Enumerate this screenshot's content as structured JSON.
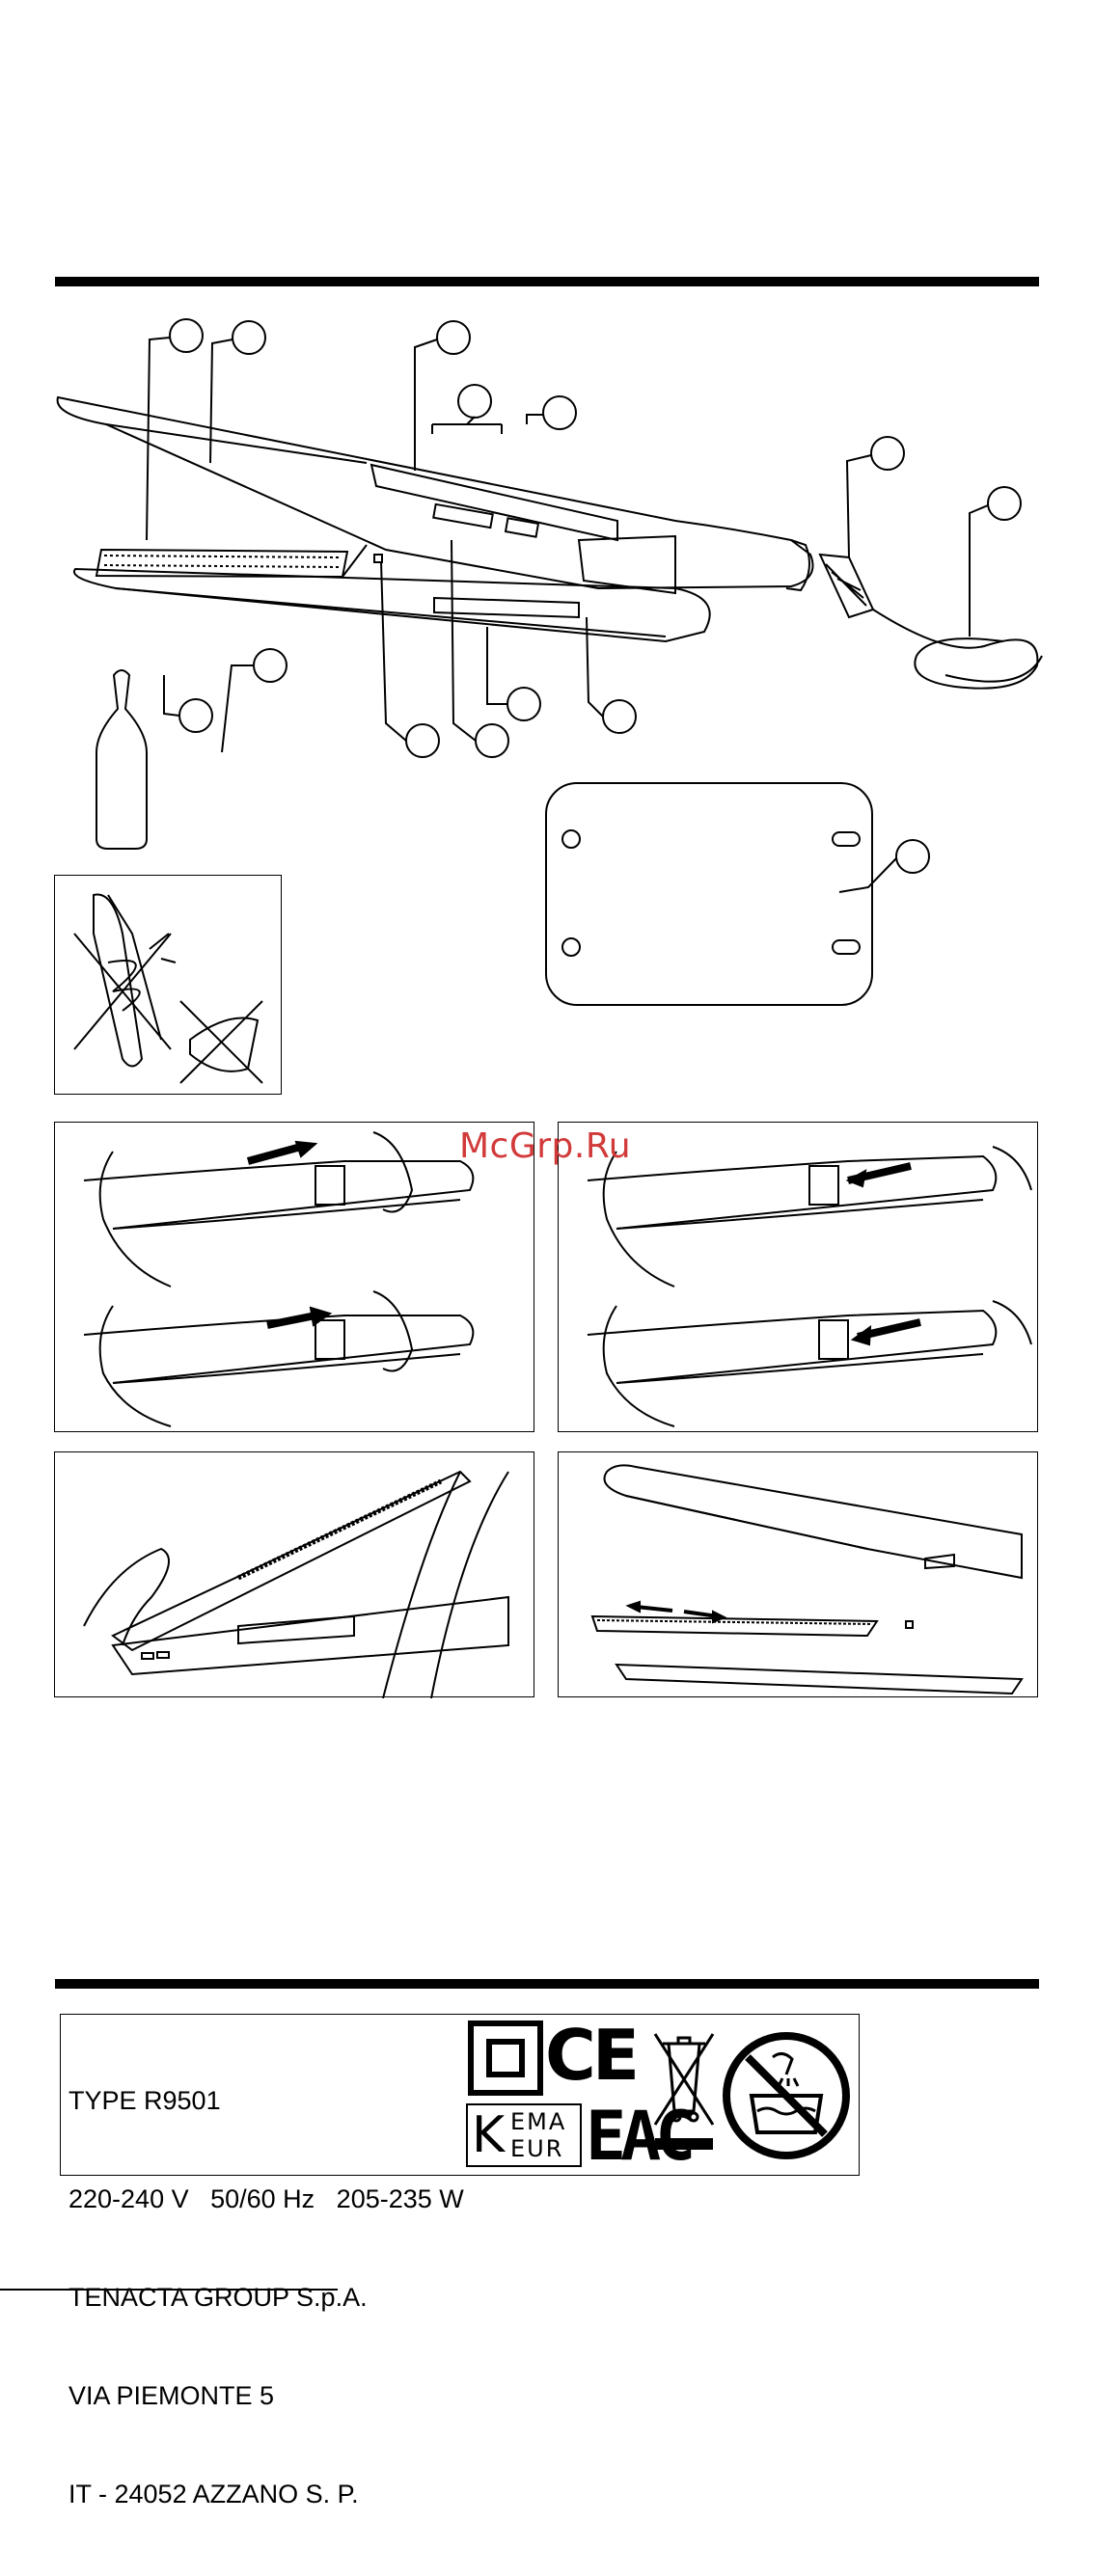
{
  "watermark": "McGrp.Ru",
  "rating_label": {
    "lines": [
      "TYPE R9501",
      "220-240 V   50/60 Hz   205-235 W",
      "TENACTA GROUP S.p.A.",
      "VIA PIEMONTE 5",
      "IT - 24052 AZZANO S. P."
    ]
  },
  "marks": {
    "ce": "CE",
    "eac": "EAC",
    "kema_top": "EMA",
    "kema_bottom": "EUR",
    "kema_k": "K"
  },
  "icons": [
    "class-ii-icon",
    "ce-mark-icon",
    "kema-keur-icon",
    "eac-mark-icon",
    "weee-bin-icon",
    "no-bath-water-icon"
  ]
}
